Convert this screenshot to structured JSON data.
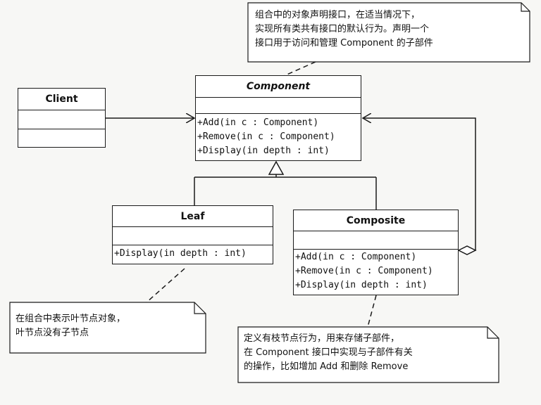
{
  "classes": {
    "client": {
      "name": "Client",
      "operations": []
    },
    "component": {
      "name": "Component",
      "abstract": true,
      "operations": [
        "+Add(in c : Component)",
        "+Remove(in c : Component)",
        "+Display(in depth : int)"
      ]
    },
    "leaf": {
      "name": "Leaf",
      "operations": [
        "+Display(in depth : int)"
      ]
    },
    "composite": {
      "name": "Composite",
      "operations": [
        "+Add(in c : Component)",
        "+Remove(in c : Component)",
        "+Display(in depth : int)"
      ]
    }
  },
  "notes": {
    "component_note": [
      "组合中的对象声明接口，在适当情况下，",
      "实现所有类共有接口的默认行为。声明一个",
      "接口用于访问和管理 Component 的子部件"
    ],
    "leaf_note": [
      "在组合中表示叶节点对象，",
      "叶节点没有子节点"
    ],
    "composite_note": [
      "定义有枝节点行为，用来存储子部件，",
      "在 Component 接口中实现与子部件有关",
      "的操作，比如增加 Add 和删除 Remove"
    ]
  },
  "colors": {
    "line": "#1a1a1a",
    "box_fill": "#ffffff",
    "background": "#f7f7f5"
  }
}
